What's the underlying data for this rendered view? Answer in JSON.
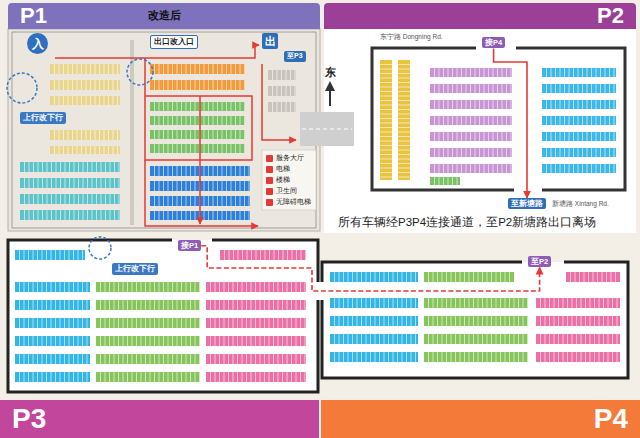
{
  "diagram": {
    "caption": "所有车辆经P3P4连接通道，至P2新塘路出口离场",
    "nodes": [
      {
        "text": [
          "P1",
          "改造后"
        ]
      },
      {
        "text": [
          "入"
        ]
      },
      {
        "text": [
          "出口改入口"
        ]
      },
      {
        "text": [
          "出"
        ]
      },
      {
        "text": [
          "至P3"
        ]
      },
      {
        "text": [
          "上行改下行"
        ]
      },
      {
        "text": [
          "P2"
        ]
      },
      {
        "text": [
          "接P4"
        ]
      },
      {
        "text": [
          "至新塘路"
        ]
      },
      {
        "text": [
          "上行改下行"
        ]
      },
      {
        "text": [
          "接P1"
        ]
      },
      {
        "text": [
          "至P2"
        ]
      },
      {
        "text": [
          "P3"
        ]
      },
      {
        "text": [
          "P4"
        ]
      }
    ],
    "edges": [
      {
        "from": 7,
        "to": 8,
        "arrow": "to"
      },
      {
        "from": 10,
        "to": 11,
        "arrow": "to"
      }
    ],
    "labels": [
      "东",
      "东宁路 Dongning Rd.",
      "新塘路 Xintang Rd."
    ],
    "legend": [
      {
        "text": "服务大厅",
        "color": "#e53935"
      },
      {
        "text": "电梯",
        "color": "#e53935"
      },
      {
        "text": "楼梯",
        "color": "#e53935"
      },
      {
        "text": "卫生间",
        "color": "#e53935"
      },
      {
        "text": "无障碍电梯",
        "color": "#e53935"
      }
    ]
  }
}
